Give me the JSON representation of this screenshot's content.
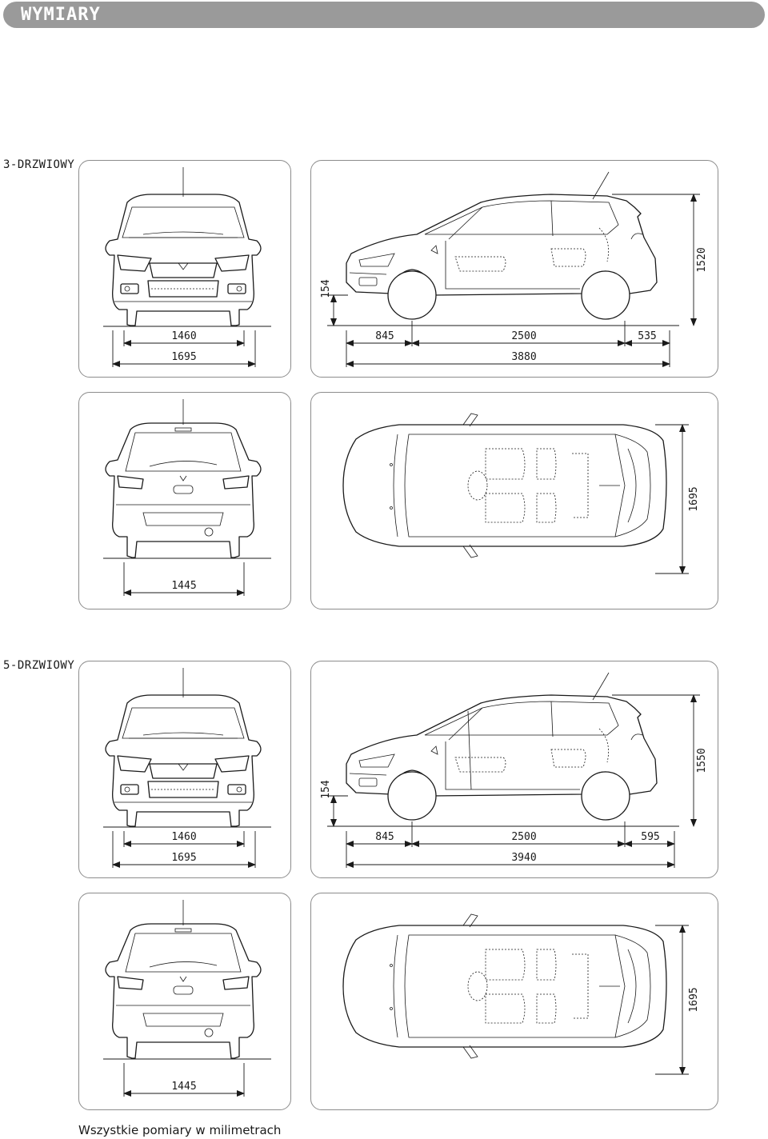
{
  "header": {
    "title": "WYMIARY"
  },
  "sections": [
    {
      "label": "3-DRZWIOWY",
      "front": {
        "track": "1460",
        "width": "1695"
      },
      "side": {
        "ground_clearance": "154",
        "front_overhang": "845",
        "wheelbase": "2500",
        "rear_overhang": "535",
        "length": "3880",
        "height": "1520"
      },
      "rear": {
        "track": "1445"
      },
      "top": {
        "width": "1695"
      }
    },
    {
      "label": "5-DRZWIOWY",
      "front": {
        "track": "1460",
        "width": "1695"
      },
      "side": {
        "ground_clearance": "154",
        "front_overhang": "845",
        "wheelbase": "2500",
        "rear_overhang": "595",
        "length": "3940",
        "height": "1550"
      },
      "rear": {
        "track": "1445"
      },
      "top": {
        "width": "1695"
      }
    }
  ],
  "footnote": "Wszystkie pomiary w milimetrach"
}
